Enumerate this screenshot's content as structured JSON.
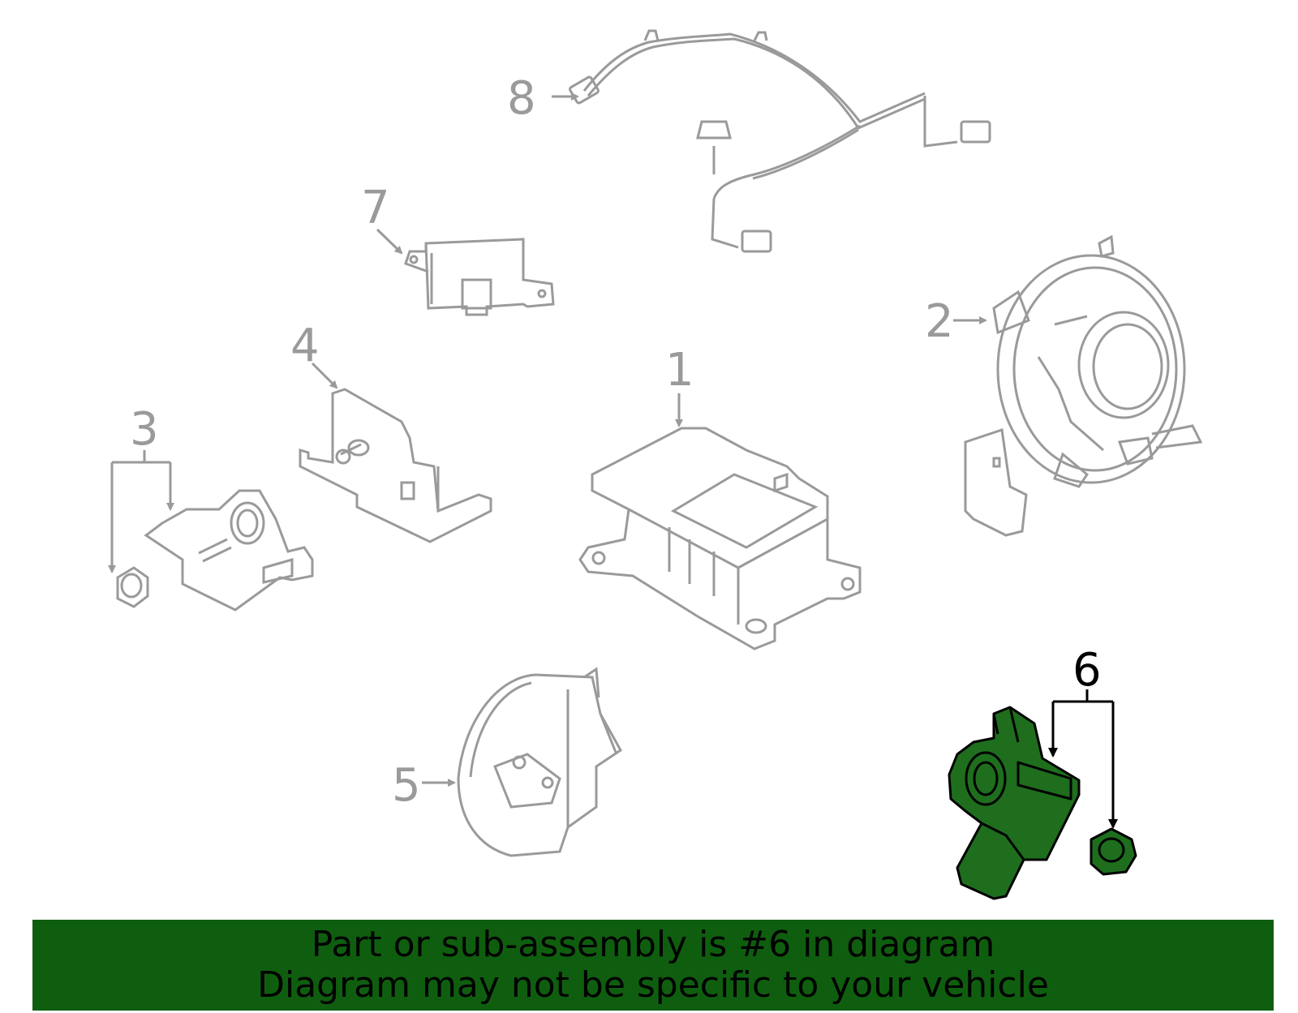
{
  "diagram": {
    "callouts": [
      "1",
      "2",
      "3",
      "4",
      "5",
      "6",
      "7",
      "8"
    ],
    "highlighted_callout": "6",
    "colors": {
      "line_gray": "#9a9a9a",
      "highlight_fill": "#1e6e1e",
      "highlight_stroke": "#000000",
      "banner_bg": "#0f5e0f"
    }
  },
  "banner": {
    "line1": "Part or sub-assembly is #6 in diagram",
    "line2": "Diagram may not be specific to your vehicle"
  }
}
